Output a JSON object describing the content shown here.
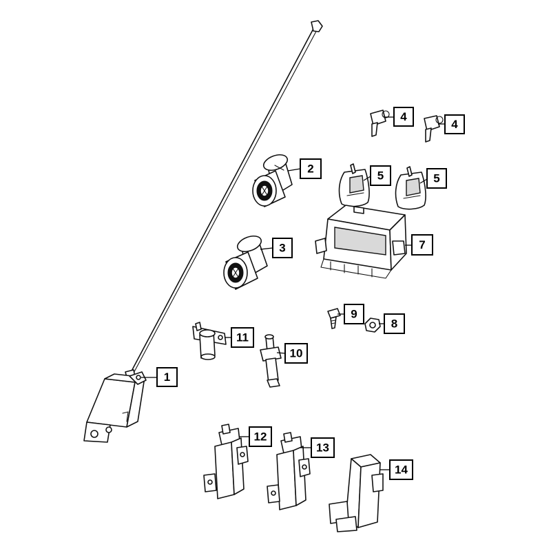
{
  "callouts": {
    "c1": "1",
    "c2": "2",
    "c3": "3",
    "c4a": "4",
    "c4b": "4",
    "c5a": "5",
    "c5b": "5",
    "c7": "7",
    "c8": "8",
    "c9": "9",
    "c10": "10",
    "c11": "11",
    "c12": "12",
    "c13": "13",
    "c14": "14"
  }
}
